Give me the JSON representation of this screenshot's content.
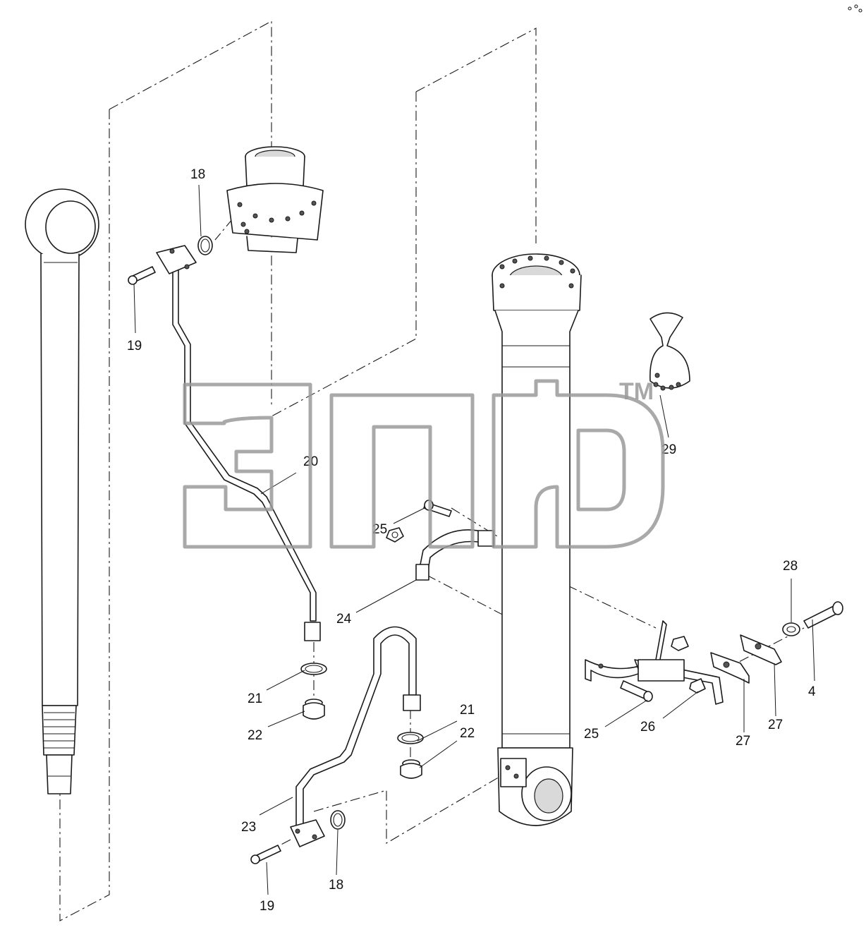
{
  "callouts": {
    "c18a": "18",
    "c19a": "19",
    "c20": "20",
    "c25a": "25",
    "c24": "24",
    "c29": "29",
    "c28": "28",
    "c4": "4",
    "c21a": "21",
    "c22a": "22",
    "c21b": "21",
    "c22b": "22",
    "c25b": "25",
    "c26": "26",
    "c27a": "27",
    "c27b": "27",
    "c23": "23",
    "c18b": "18",
    "c19b": "19"
  },
  "watermark": {
    "trademark": "TM",
    "logo_letters": "эпф"
  },
  "colors": {
    "line": "#1a1a1a",
    "watermark": "#9a9a9a",
    "background": "#ffffff"
  }
}
